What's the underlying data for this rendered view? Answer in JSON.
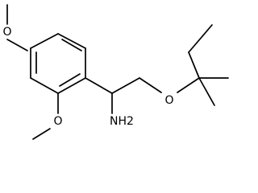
{
  "structure": {
    "atom_labels": {
      "methoxy_top_o": "O",
      "methoxy_bottom_o": "O",
      "ether_o": "O",
      "amine": "NH2"
    }
  }
}
